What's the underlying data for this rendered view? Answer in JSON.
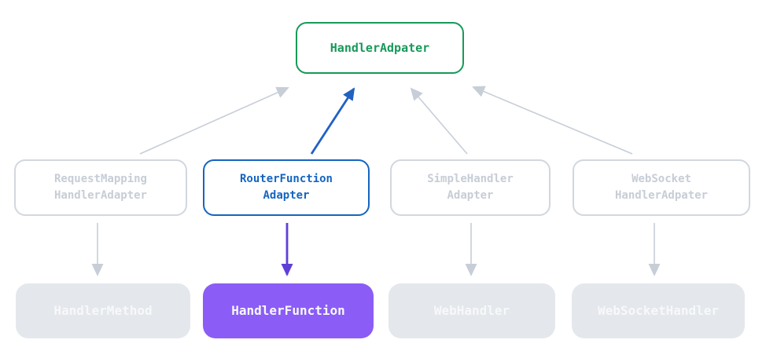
{
  "diagram": {
    "description": "Handler adapter class hierarchy diagram",
    "colors": {
      "green": "#17995a",
      "blue": "#1565c0",
      "blue_arrow": "#2161c2",
      "purple_fill": "#8b5cf6",
      "purple_arrow": "#5f3fd6",
      "gray_border": "#d2d7de",
      "gray_text": "#c7cdd6",
      "gray_fill": "#e4e7eb",
      "gray_arrow": "#c7ced7",
      "white_text": "#f7f8fa"
    },
    "top_node": {
      "label": "HandlerAdpater"
    },
    "middle_nodes": [
      {
        "line1": "RequestMapping",
        "line2": "HandlerAdapter",
        "state": "inactive"
      },
      {
        "line1": "RouterFunction",
        "line2": "Adapter",
        "state": "active"
      },
      {
        "line1": "SimpleHandler",
        "line2": "Adapter",
        "state": "inactive"
      },
      {
        "line1": "WebSocket",
        "line2": "HandlerAdpater",
        "state": "inactive"
      }
    ],
    "bottom_nodes": [
      {
        "label": "HandlerMethod",
        "state": "inactive"
      },
      {
        "label": "HandlerFunction",
        "state": "active"
      },
      {
        "label": "WebHandler",
        "state": "inactive"
      },
      {
        "label": "WebSocketHandler",
        "state": "inactive"
      }
    ]
  }
}
